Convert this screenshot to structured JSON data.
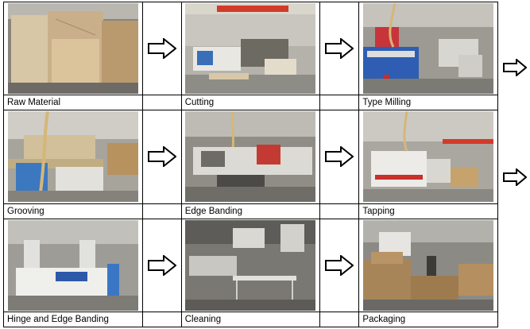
{
  "steps": [
    {
      "label": "Raw Material",
      "image": "stacked-wood-boards-photo"
    },
    {
      "label": "Cutting",
      "image": "panel-saw-machine-photo"
    },
    {
      "label": "Type Milling",
      "image": "cnc-router-photo"
    },
    {
      "label": "Grooving",
      "image": "grooving-machine-photo"
    },
    {
      "label": "Edge Banding",
      "image": "edge-banding-machine-photo"
    },
    {
      "label": "Tapping",
      "image": "tapping-machine-photo"
    },
    {
      "label": "Hinge and Edge Banding",
      "image": "hinge-drilling-machine-photo"
    },
    {
      "label": "Cleaning",
      "image": "cleaning-workshop-photo"
    },
    {
      "label": "Packaging",
      "image": "packaging-area-photo"
    }
  ],
  "arrow_icon": "right-arrow-icon"
}
